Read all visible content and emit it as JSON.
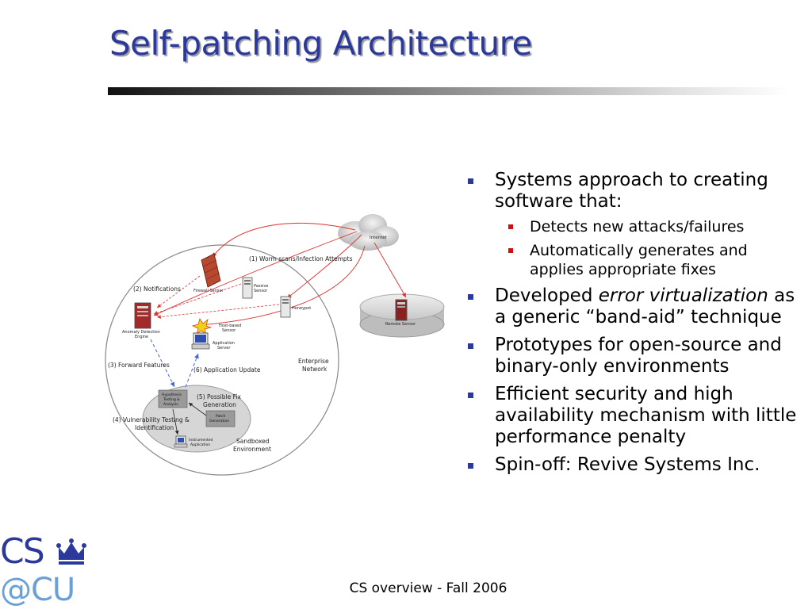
{
  "slide": {
    "title": "Self-patching Architecture",
    "footer": "CS overview - Fall 2006"
  },
  "logo": {
    "line1": "CS",
    "line2": "@CU"
  },
  "bullets": [
    {
      "text": "Systems approach to creating software that:",
      "sub": [
        "Detects new attacks/failures",
        "Automatically generates and applies appropriate fixes"
      ]
    },
    {
      "pre": "Developed ",
      "em": "error virtualization",
      "post": " as a generic “band-aid” technique"
    },
    {
      "text": "Prototypes for open-source and binary-only environments"
    },
    {
      "text": "Efficient security and high availability mechanism with little performance penalty"
    },
    {
      "text": "Spin-off: Revive Systems Inc."
    }
  ],
  "diagram": {
    "internet": "Internet",
    "remote_sensor": "Remote Sensor",
    "firewall_sensor": "Firewall Sensor",
    "passive_sensor_1": "Passive",
    "passive_sensor_2": "Sensor",
    "honeypot": "Honeypot",
    "anomaly_1": "Anomaly Detection",
    "anomaly_2": "Engine",
    "host_sensor_1": "Host-based",
    "host_sensor_2": "Sensor",
    "app_server_1": "Application",
    "app_server_2": "Server",
    "enterprise_1": "Enterprise",
    "enterprise_2": "Network",
    "hypo_1": "Hypothesis",
    "hypo_2": "Testing &",
    "hypo_3": "Analysis",
    "patch_1": "Patch",
    "patch_2": "Generation",
    "instr_1": "Instrumented",
    "instr_2": "Application",
    "sandbox_1": "Sandboxed",
    "sandbox_2": "Environment",
    "step1": "(1) Worm scans/Infection Attempts",
    "step2": "(2) Notifications",
    "step3": "(3) Forward Features",
    "step4a": "(4) Vulnerability Testing &",
    "step4b": "Identification",
    "step5a": "(5) Possible Fix",
    "step5b": "Generation",
    "step6": "(6) Application Update"
  }
}
